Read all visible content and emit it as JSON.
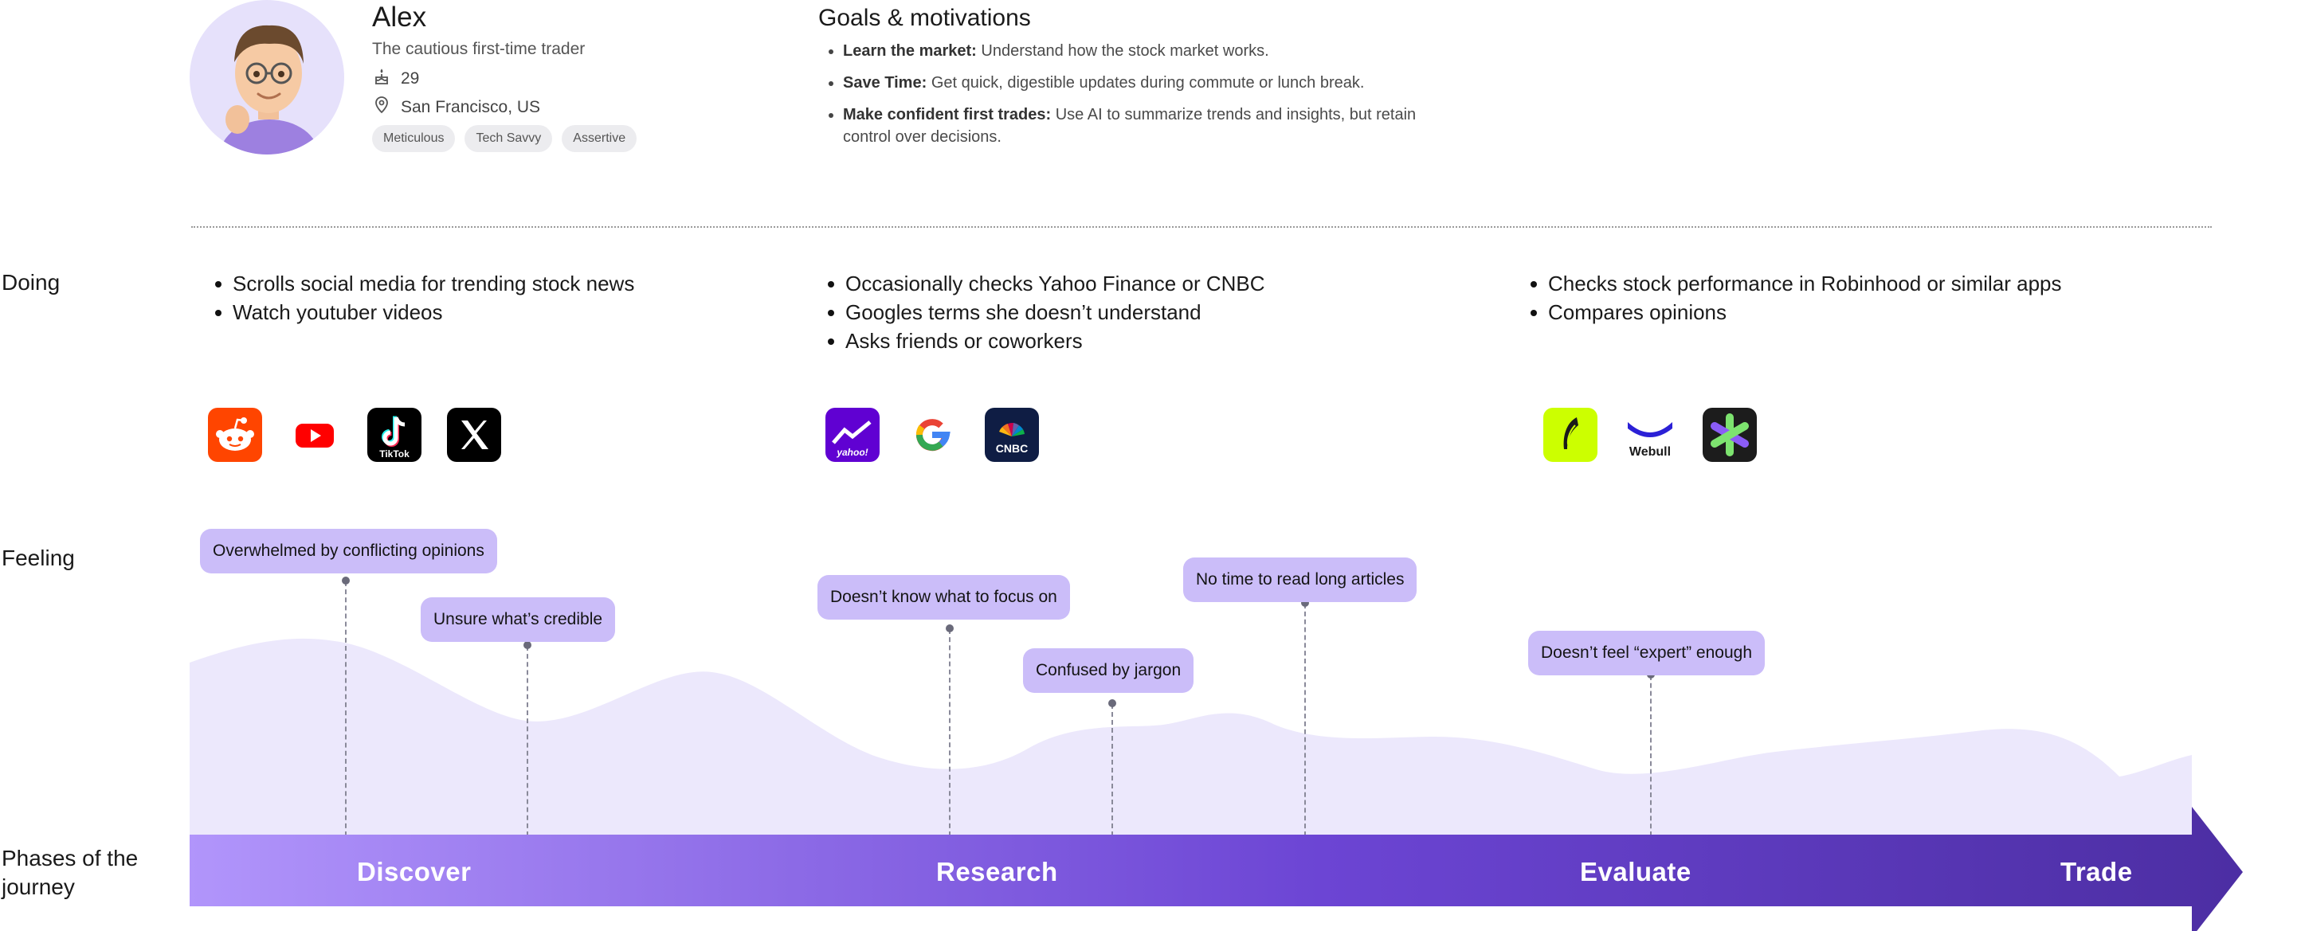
{
  "persona": {
    "name": "Alex",
    "subtitle": "The cautious first-time trader",
    "age": "29",
    "location": "San Francisco, US",
    "tags": [
      "Meticulous",
      "Tech Savvy",
      "Assertive"
    ]
  },
  "goals": {
    "title": "Goals & motivations",
    "items": [
      {
        "label": "Learn the market:",
        "text": "Understand how the stock market works."
      },
      {
        "label": "Save Time:",
        "text": "Get quick, digestible updates during commute or lunch break."
      },
      {
        "label": "Make confident first trades:",
        "text": "Use AI to summarize trends and insights, but retain control over decisions."
      }
    ]
  },
  "rows": {
    "doing": "Doing",
    "feeling": "Feeling",
    "phases": "Phases of the journey"
  },
  "doing": {
    "discover": [
      "Scrolls social media for trending stock news",
      "Watch youtuber videos"
    ],
    "research": [
      "Occasionally checks Yahoo Finance or CNBC",
      "Googles terms she doesn’t understand",
      "Asks friends or coworkers"
    ],
    "evaluate": [
      "Checks stock performance in Robinhood or similar apps",
      "Compares opinions"
    ]
  },
  "apps": {
    "tiktok": "TikTok",
    "yahoo": "yahoo!",
    "cnbc": "CNBC",
    "webull": "Webull"
  },
  "feelings": [
    "Overwhelmed by conflicting opinions",
    "Unsure what’s credible",
    "Doesn’t know what to focus on",
    "Confused by jargon",
    "No time to read long articles",
    "Doesn’t feel “expert” enough"
  ],
  "phases": [
    "Discover",
    "Research",
    "Evaluate",
    "Trade"
  ],
  "colors": {
    "accent": "#8b5cf6",
    "bubble": "#cbbdf9",
    "wave": "#ece8fc",
    "arrow_start": "#b195fb",
    "arrow_end": "#4c2ea3"
  }
}
